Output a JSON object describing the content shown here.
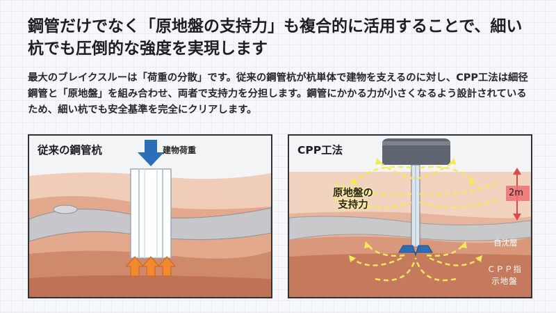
{
  "headline": "鋼管だけでなく「原地盤の支持力」も複合的に活用することで、細い杭でも圧倒的な強度を実現します",
  "lead": "最大のブレイクスルーは「荷重の分散」です。従来の鋼管杭が杭単体で建物を支えるのに対し、CPP工法は細径鋼管と「原地盤」を組み合わせ、両者で支持力を分担します。鋼管にかかる力が小さくなるよう設計されているため、細い杭でも安全基準を完全にクリアします。",
  "left_panel": {
    "title": "従来の鋼管杭",
    "load_label": "建物荷重"
  },
  "right_panel": {
    "title": "CPP工法",
    "bearing_label": "原地盤の支持力",
    "depth_label": "2m",
    "layer_label": "自沈層",
    "support_label": "ＣＰＰ指示地盤"
  },
  "colors": {
    "soil_top": "#f4dccb",
    "soil_mid": "#e2a98c",
    "soil_deep": "#c8795d",
    "gray_band": "#c9c9cc",
    "load_arrow": "#2b6fb8",
    "reaction_arrow": "#f08a2e",
    "force_arrow": "#f2ea58",
    "depth_marker": "#e0484c"
  }
}
